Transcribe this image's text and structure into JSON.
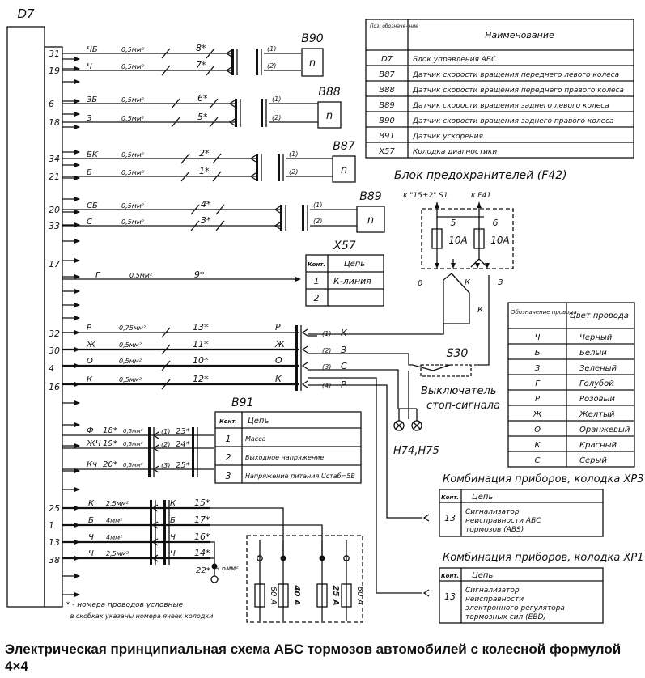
{
  "ecu": {
    "label": "D7"
  },
  "sensors": [
    {
      "id": "B90",
      "sym": "n",
      "wires": [
        {
          "pin": "31",
          "color": "ЧБ",
          "section": "0,5мм²",
          "num": "8*",
          "cell": "(1)"
        },
        {
          "pin": "19",
          "color": "Ч",
          "section": "0,5мм²",
          "num": "7*",
          "cell": "(2)"
        }
      ]
    },
    {
      "id": "B88",
      "sym": "n",
      "wires": [
        {
          "pin": "6",
          "color": "ЗБ",
          "section": "0,5мм²",
          "num": "6*",
          "cell": "(1)"
        },
        {
          "pin": "18",
          "color": "З",
          "section": "0,5мм²",
          "num": "5*",
          "cell": "(2)"
        }
      ]
    },
    {
      "id": "B87",
      "sym": "n",
      "wires": [
        {
          "pin": "34",
          "color": "БК",
          "section": "0,5мм²",
          "num": "2*",
          "cell": "(1)"
        },
        {
          "pin": "21",
          "color": "Б",
          "section": "0,5мм²",
          "num": "1*",
          "cell": "(2)"
        }
      ]
    },
    {
      "id": "B89",
      "sym": "n",
      "wires": [
        {
          "pin": "20",
          "color": "СБ",
          "section": "0,5мм²",
          "num": "4*",
          "cell": "(1)"
        },
        {
          "pin": "33",
          "color": "С",
          "section": "0,5мм²",
          "num": "3*",
          "cell": "(2)"
        }
      ]
    }
  ],
  "kline": {
    "pin": "17",
    "color": "Г",
    "section": "0,5мм²",
    "num": "9*"
  },
  "x57": {
    "title": "X57",
    "head": [
      "Конт.",
      "Цепь"
    ],
    "rows": [
      [
        "1",
        "К-линия"
      ],
      [
        "2",
        ""
      ]
    ]
  },
  "stop_group": [
    {
      "pin": "32",
      "color": "Р",
      "section": "0,75мм²",
      "num": "13*",
      "end": "Р",
      "cell": "(1)",
      "out": "К"
    },
    {
      "pin": "30",
      "color": "Ж",
      "section": "0,5мм²",
      "num": "11*",
      "end": "Ж",
      "cell": "(2)",
      "out": "З"
    },
    {
      "pin": "4",
      "color": "О",
      "section": "0,5мм²",
      "num": "10*",
      "end": "О",
      "cell": "(3)",
      "out": "С"
    },
    {
      "pin": "16",
      "color": "К",
      "section": "0,5мм²",
      "num": "12*",
      "end": "К",
      "cell": "(4)",
      "out": "Р"
    }
  ],
  "b91": {
    "title": "B91",
    "head": [
      "Конт.",
      "Цепь"
    ],
    "rows": [
      [
        "1",
        "Масса"
      ],
      [
        "2",
        "Выходное напряжение"
      ],
      [
        "3",
        "Напряжение питания Uстаб=5В"
      ]
    ]
  },
  "b91_wires": [
    {
      "color": "Ф",
      "num": "18*",
      "section": "0,5мм²",
      "cell": "(1)",
      "out": "23*"
    },
    {
      "color": "ЖЧ",
      "num": "19*",
      "section": "0,5мм²",
      "cell": "(2)",
      "out": "24*"
    },
    {
      "color": "Кч",
      "num": "20*",
      "section": "0,5мм²",
      "cell": "(3)",
      "out": "25*"
    }
  ],
  "power": [
    {
      "pin": "25",
      "color": "К",
      "section": "2,5мм²",
      "end": "К",
      "num": "15*"
    },
    {
      "pin": "1",
      "color": "Б",
      "section": "4мм²",
      "end": "Б",
      "num": "17*"
    },
    {
      "pin": "13",
      "color": "Ч",
      "section": "4мм²",
      "end": "Ч",
      "num": "16*"
    },
    {
      "pin": "38",
      "color": "Ч",
      "section": "2,5мм²",
      "end": "Ч",
      "num": "14*"
    }
  ],
  "ground": {
    "num": "22*",
    "label": "Ч 6мм²"
  },
  "fuses_bottom": [
    "60 А",
    "40 А",
    "25 А",
    "60 А"
  ],
  "note": [
    "* - номера проводов условные",
    "в скобках указаны номера ячеек колодки"
  ],
  "fuse_block": {
    "title": "Блок предохранителей (F42)",
    "top_left": "к \"15±2\" S1",
    "top_right": "к F41",
    "fuses": [
      {
        "num": "5",
        "rating": "10А"
      },
      {
        "num": "6",
        "rating": "10А"
      }
    ],
    "outs": [
      "0",
      "К",
      "З"
    ],
    "k_wire": "К"
  },
  "s30": {
    "id": "S30",
    "label": [
      "Выключатель",
      "стоп-сигнала"
    ]
  },
  "lamps": "H74,H75",
  "legend": {
    "head": [
      "Поз. обозначе- ние",
      "Наименование"
    ],
    "rows": [
      [
        "D7",
        "Блок управления АБС"
      ],
      [
        "B87",
        "Датчик скорости вращения переднего левого колеса"
      ],
      [
        "B88",
        "Датчик скорости вращения переднего правого колеса"
      ],
      [
        "B89",
        "Датчик скорости вращения заднего левого колеса"
      ],
      [
        "B90",
        "Датчик скорости вращения заднего правого колеса"
      ],
      [
        "B91",
        "Датчик ускорения"
      ],
      [
        "X57",
        "Колодка диагностики"
      ]
    ]
  },
  "colors": {
    "head": [
      "Обозначение провода",
      "Цвет провода"
    ],
    "rows": [
      [
        "Ч",
        "Черный"
      ],
      [
        "Б",
        "Белый"
      ],
      [
        "З",
        "Зеленый"
      ],
      [
        "Г",
        "Голубой"
      ],
      [
        "Р",
        "Розовый"
      ],
      [
        "Ж",
        "Желтый"
      ],
      [
        "О",
        "Оранжевый"
      ],
      [
        "К",
        "Красный"
      ],
      [
        "С",
        "Серый"
      ]
    ]
  },
  "xp3": {
    "title": "Комбинация приборов, колодка ХР3",
    "head": [
      "Конт.",
      "Цепь"
    ],
    "rows": [
      [
        "13",
        "Сигнализатор неисправности АБС тормозов (ABS)"
      ]
    ]
  },
  "xp1": {
    "title": "Комбинация приборов, колодка ХР1",
    "head": [
      "Конт.",
      "Цепь"
    ],
    "rows": [
      [
        "13",
        "Сигнализатор неисправности электронного регулятора тормозных сил (EBD)"
      ]
    ]
  },
  "caption": "Электрическая принципиальная схема АБС тормозов автомобилей с колесной формулой 4×4"
}
